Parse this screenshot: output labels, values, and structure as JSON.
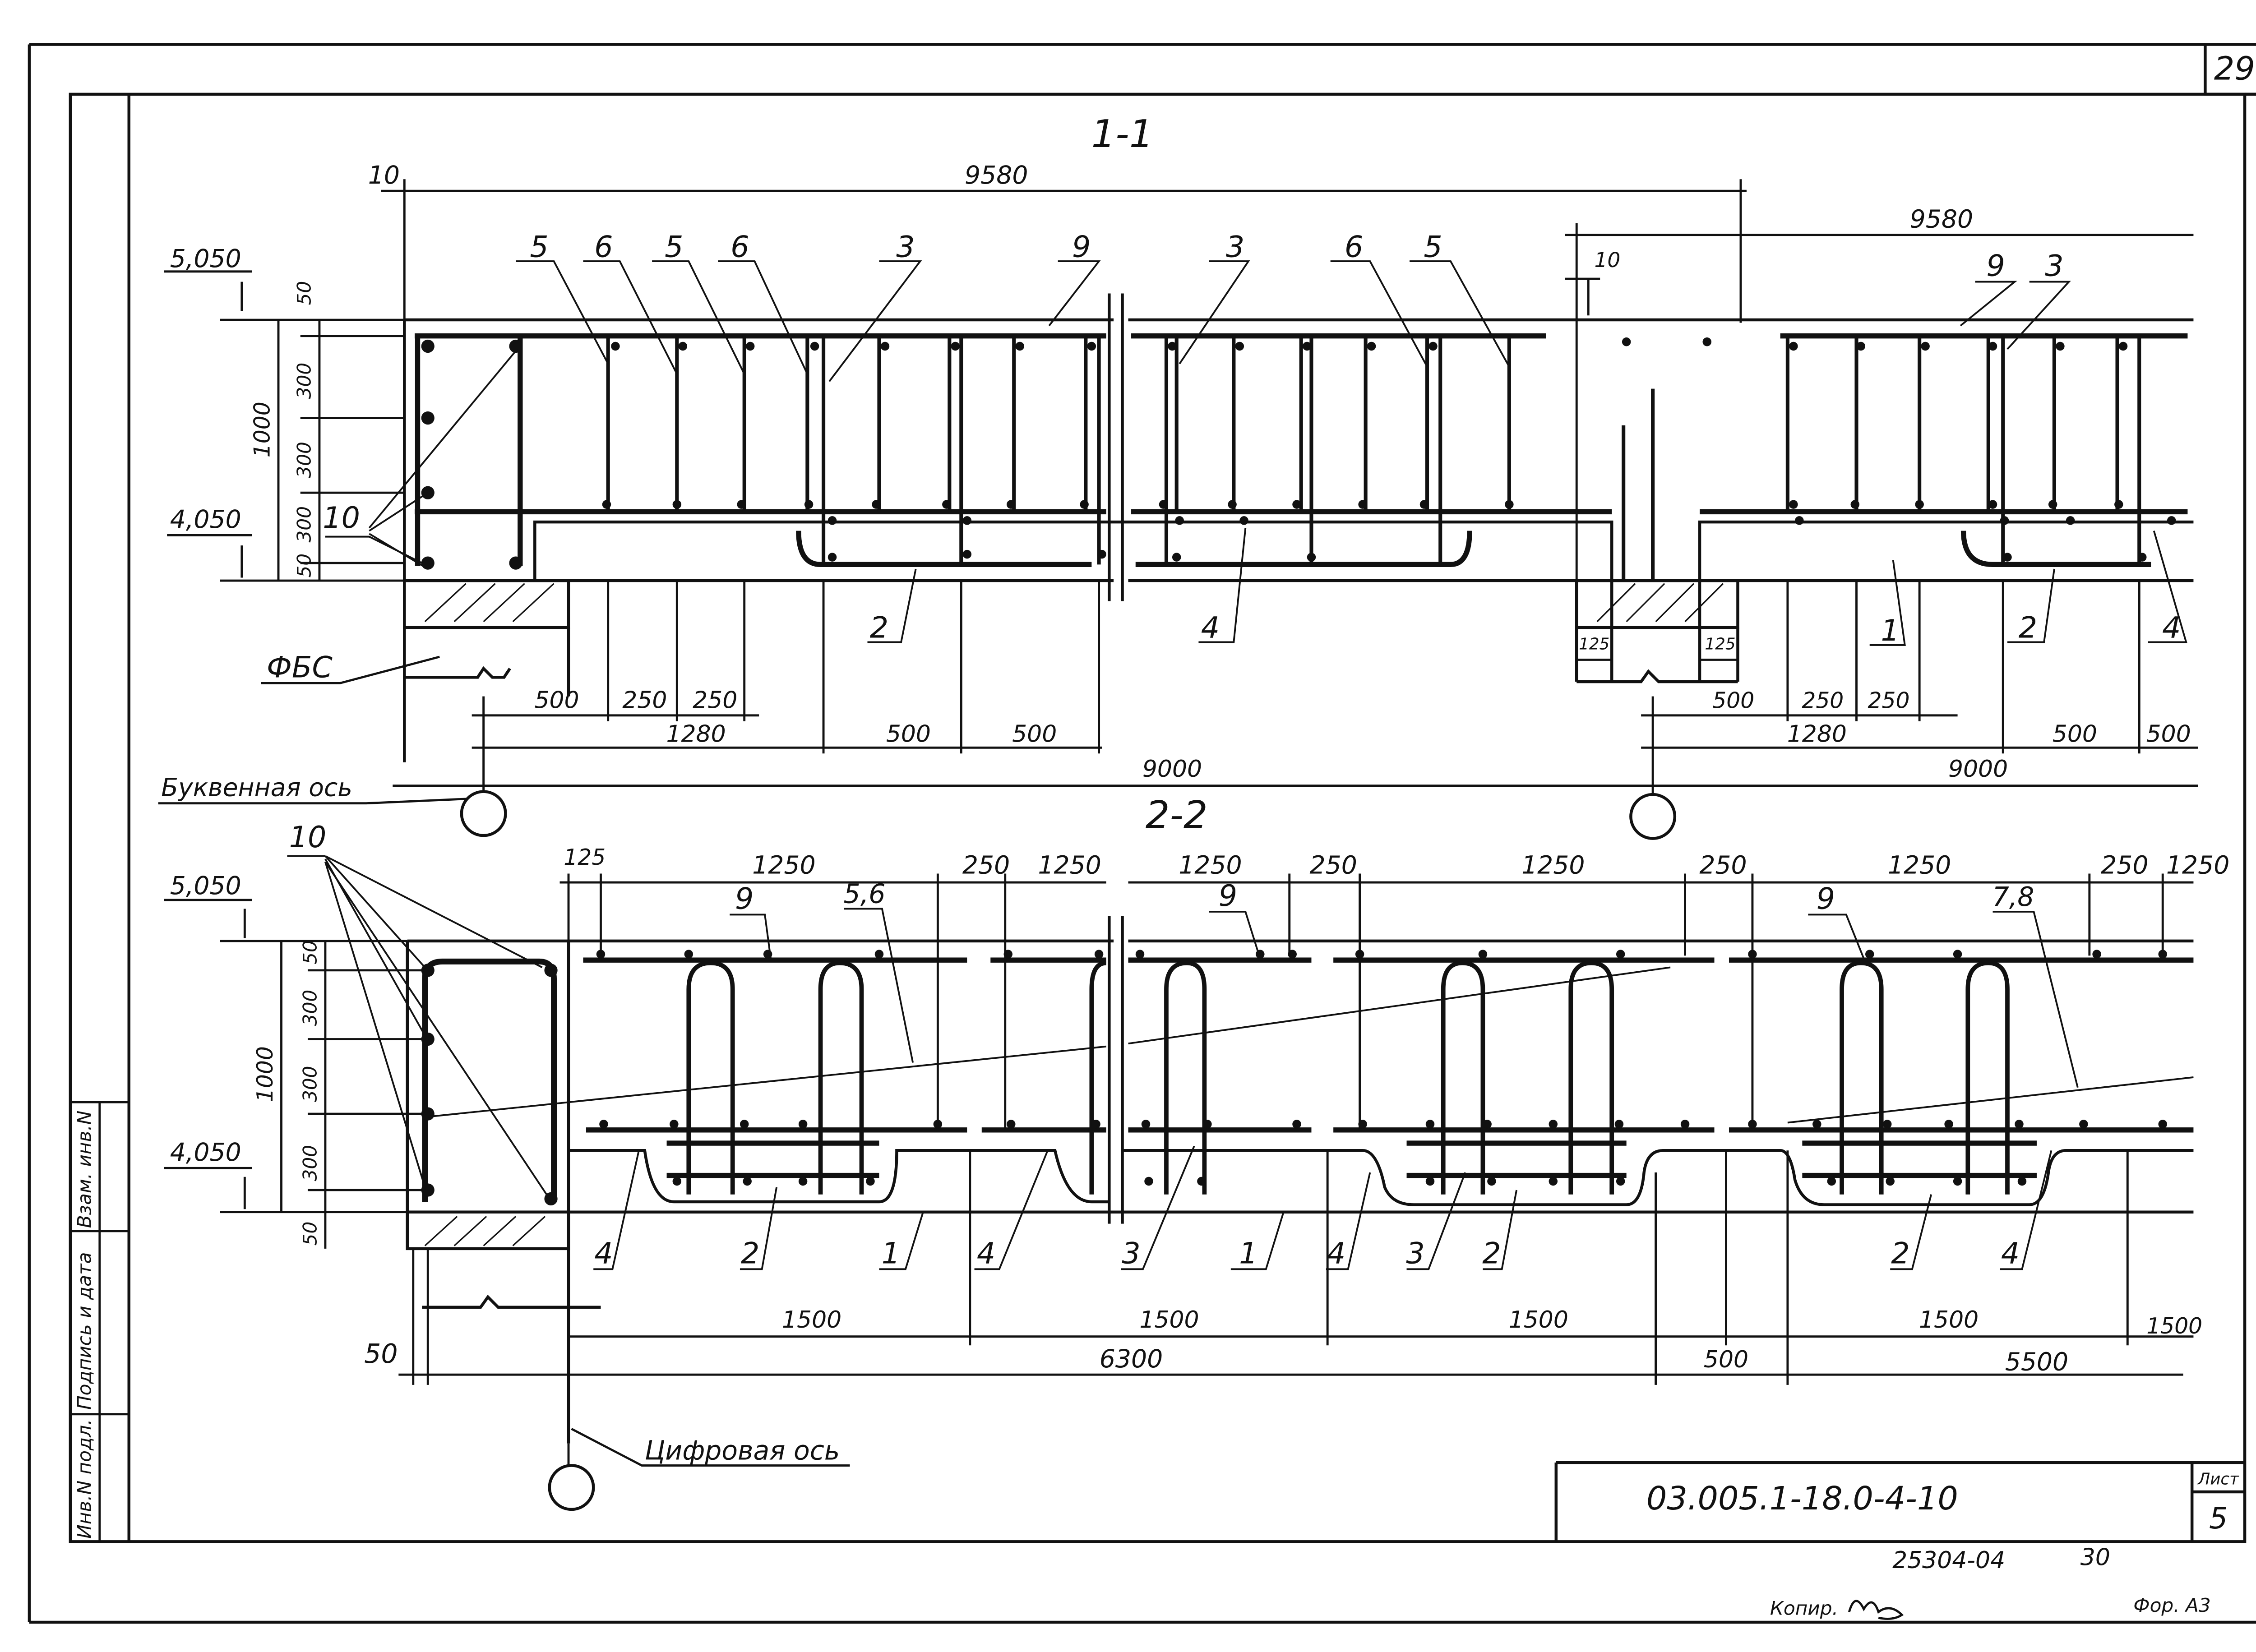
{
  "sheet": {
    "page_number": "29",
    "designation": "03.005.1-18.0-4-10",
    "sheet_label": "Лист",
    "sheet_number": "5",
    "inventory_number": "25304-04",
    "inventory_suffix": "30",
    "copied_label": "Копир.",
    "format_label": "Фор. А3"
  },
  "side_stamp": {
    "cells": [
      "Инв.N подл.",
      "Подпись и дата",
      "Взам. инв.N"
    ]
  },
  "section_1": {
    "title": "1-1",
    "level_top": "5,050",
    "level_bottom": "4,050",
    "foundation_label": "ФБС",
    "axis_label": "Буквенная ось",
    "dims": {
      "total_left": "9580",
      "total_right": "9580",
      "offset_left": "10",
      "offset_right": "10",
      "height": "1000",
      "v_50": "50",
      "v_300": "300",
      "span_left": "9000",
      "span_right": "9000",
      "d_500": "500",
      "d_250": "250",
      "d_1280": "1280",
      "d_125": "125"
    },
    "callouts": [
      "5",
      "6",
      "5",
      "6",
      "3",
      "9",
      "3",
      "6",
      "5",
      "9",
      "3",
      "10",
      "2",
      "4",
      "1",
      "2",
      "4"
    ]
  },
  "section_2": {
    "title": "2-2",
    "level_top": "5,050",
    "level_bottom": "4,050",
    "axis_label": "Цифровая ось",
    "dims": {
      "height": "1000",
      "v_50": "50",
      "v_300": "300",
      "d_125": "125",
      "d_1250": "1250",
      "d_250": "250",
      "d_1500": "1500",
      "d_6300": "6300",
      "d_500": "500",
      "d_5500": "5500",
      "d_50": "50"
    },
    "callouts": [
      "10",
      "9",
      "5,6",
      "9",
      "9",
      "7,8",
      "4",
      "2",
      "1",
      "4",
      "3",
      "1",
      "4",
      "3",
      "2",
      "2",
      "4"
    ]
  }
}
